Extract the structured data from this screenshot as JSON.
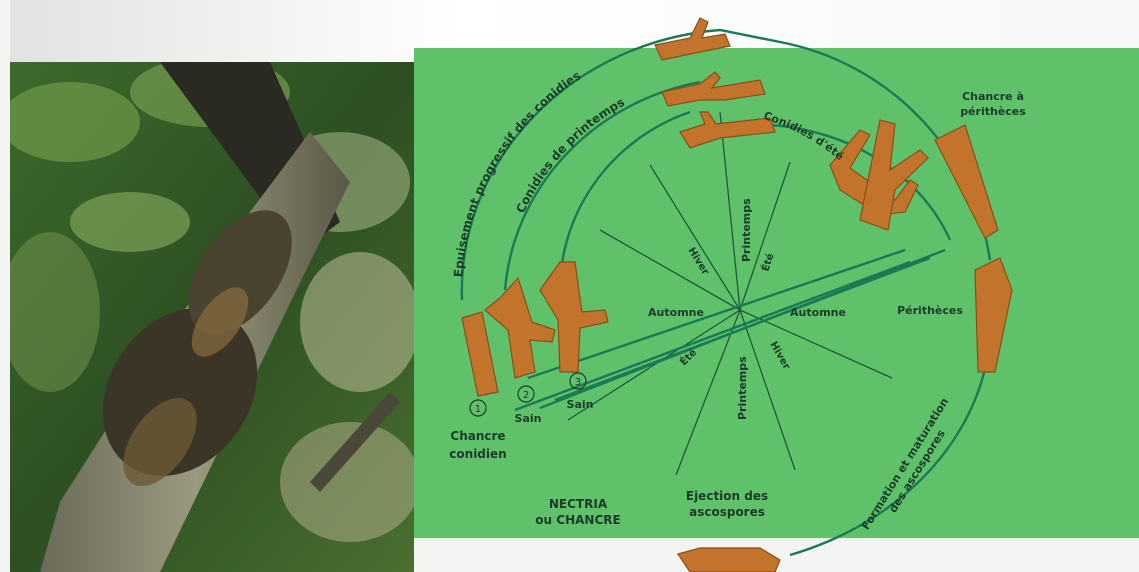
{
  "figure": {
    "stage_labels": {
      "conidial_canker": [
        "Chancre",
        "conidien"
      ],
      "healthy_2": "Sain",
      "healthy_3": "Sain",
      "perithecia_canker": [
        "Chancre à",
        "périthèces"
      ],
      "perithecia": "Périthèces"
    },
    "stage_numbers": [
      "1",
      "2",
      "3"
    ],
    "arc_labels": {
      "progressive_exhaustion": "Epuisement progressif des conidies",
      "spring_conidia": "Conidies de printemps",
      "summer_conidia": "Conidies d'été",
      "ascospore_formation": [
        "Formation et maturation",
        "des ascospores"
      ]
    },
    "season_labels": {
      "spring_top": "Printemps",
      "summer_top": "Été",
      "winter_top": "Hiver",
      "autumn_left": "Automne",
      "autumn_right": "Automne",
      "summer_bottom": "Été",
      "winter_bottom": "Hiver",
      "spring_bottom": "Printemps"
    },
    "bottom_labels": {
      "title": [
        "NECTRIA",
        "ou CHANCRE"
      ],
      "ascospore_ejection": [
        "Ejection des",
        "ascospores"
      ]
    },
    "colors": {
      "diagram_background": "#5fc26a",
      "cycle_lines": "#1a7a55",
      "branch_fill": "#c2742c",
      "branch_dark": "#8a4d1a",
      "text": "#1d3a2a"
    }
  }
}
